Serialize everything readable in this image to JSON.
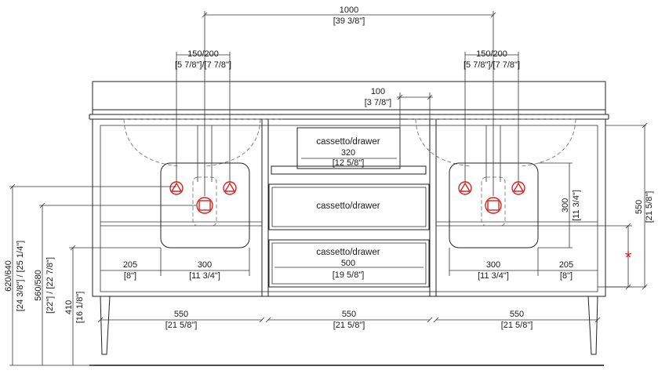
{
  "colors": {
    "line": "#222222",
    "marker": "#e02020",
    "background": "#ffffff"
  },
  "dimensions": {
    "overall_width": {
      "mm": "1000",
      "in": "[39 3/8\"]"
    },
    "spacing_left": {
      "mm": "150/200",
      "in": "[5 7/8\"]/[7 7/8\"]"
    },
    "spacing_right": {
      "mm": "150/200",
      "in": "[5 7/8\"]/[7 7/8\"]"
    },
    "center_gap": {
      "mm": "100",
      "in": "[3 7/8\"]"
    },
    "depth_right": {
      "mm": "550",
      "in": "[21 5/8\"]"
    },
    "basin_height_right": {
      "mm": "300",
      "in": "[11 3/4\"]"
    },
    "height_620_640": {
      "mm": "620/640",
      "in": "[24 3/8\"] / [25 1/4\"]"
    },
    "height_560_580": {
      "mm": "560/580",
      "in": "[22\"] / [22 7/8\"]"
    },
    "height_410": {
      "mm": "410",
      "in": "[16 1/8\"]"
    },
    "left_205": {
      "mm": "205",
      "in": "[8\"]"
    },
    "left_300": {
      "mm": "300",
      "in": "[11 3/4\"]"
    },
    "right_300": {
      "mm": "300",
      "in": "[11 3/4\"]"
    },
    "right_205": {
      "mm": "205",
      "in": "[8\"]"
    },
    "bottom_left_550": {
      "mm": "550",
      "in": "[21 5/8\"]"
    },
    "bottom_mid_550": {
      "mm": "550",
      "in": "[21 5/8\"]"
    },
    "bottom_right_550": {
      "mm": "550",
      "in": "[21 5/8\"]"
    },
    "drawer_top_width": {
      "mm": "320",
      "in": "[12 5/8\"]"
    },
    "drawer_bottom_width": {
      "mm": "500",
      "in": "[19 5/8\"]"
    }
  },
  "labels": {
    "drawer_top": "cassetto/drawer",
    "drawer_middle": "cassetto/drawer",
    "drawer_bottom": "cassetto/drawer",
    "asterisk": "*"
  }
}
